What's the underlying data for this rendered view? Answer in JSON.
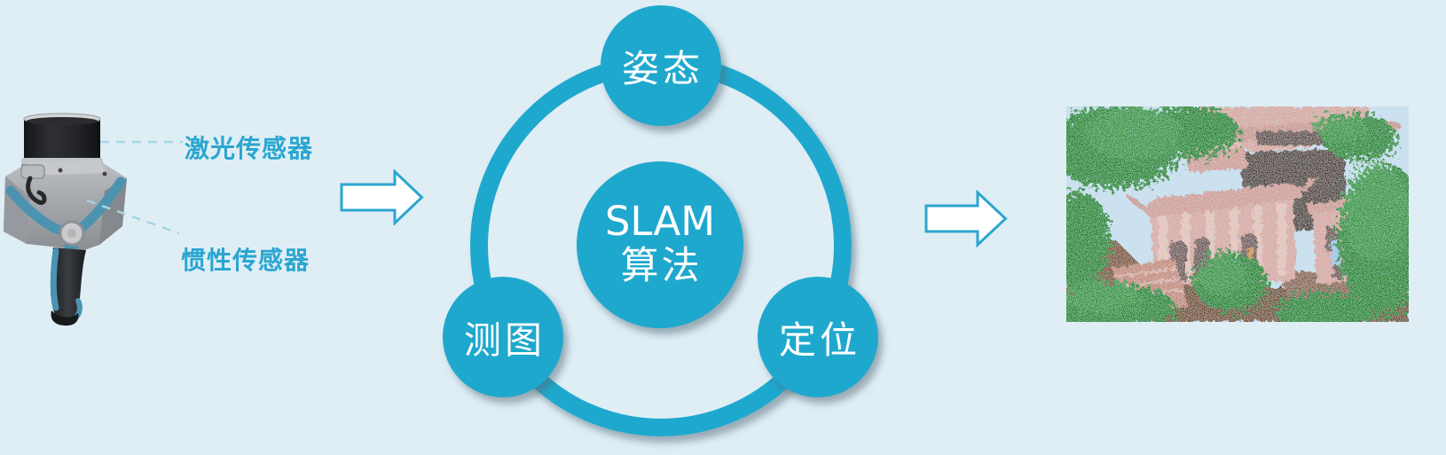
{
  "page": {
    "background_color": "#DFEEF5",
    "accent_teal": "#1FA8CE",
    "label_blue": "#2BA6D1",
    "arrow_outline": "#2BA6D1",
    "dashed_line_color": "#A5D5E5"
  },
  "device": {
    "callouts": [
      {
        "label": "激光传感器"
      },
      {
        "label": "惯性传感器"
      }
    ]
  },
  "diagram": {
    "center": {
      "line1": "SLAM",
      "line2": "算法"
    },
    "nodes": [
      {
        "id": "top",
        "label": "姿态"
      },
      {
        "id": "bottom-left",
        "label": "测图"
      },
      {
        "id": "bottom-right",
        "label": "定位"
      }
    ]
  }
}
